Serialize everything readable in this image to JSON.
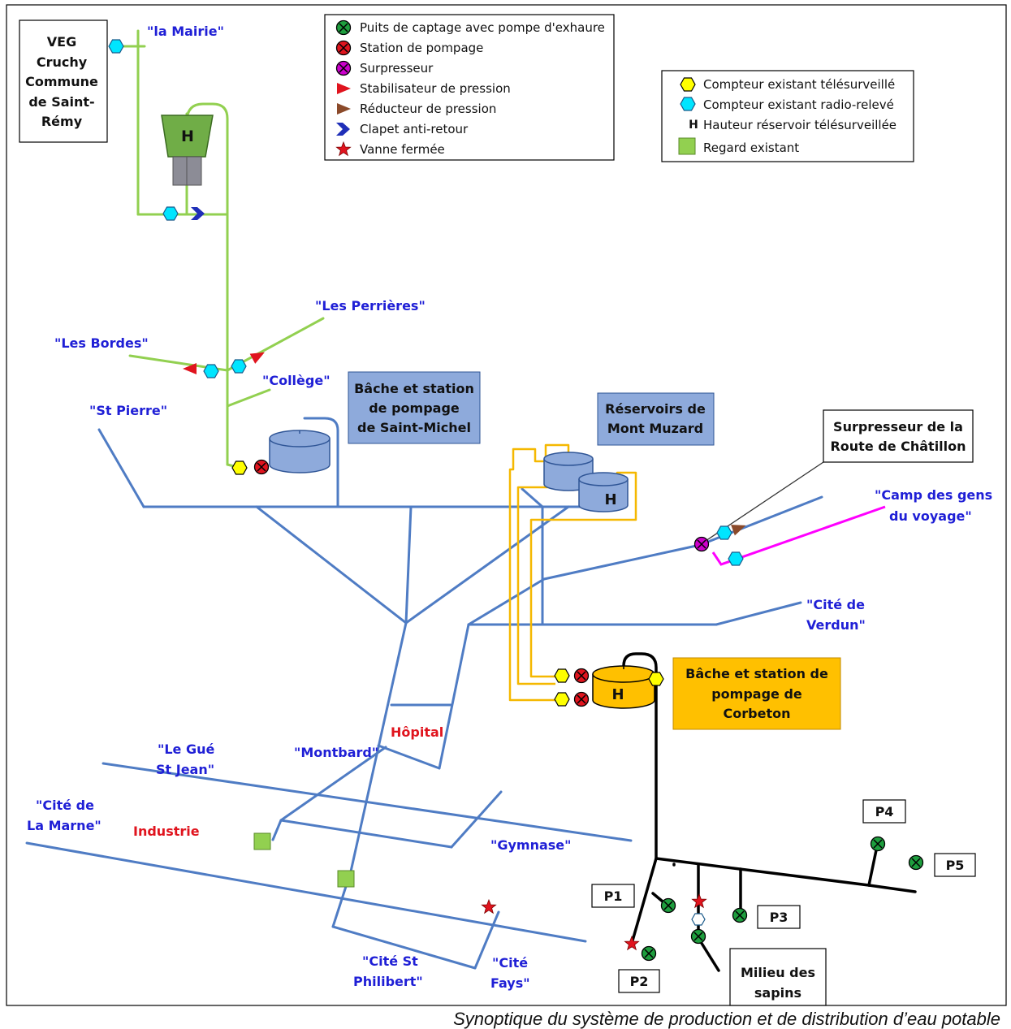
{
  "legend1": {
    "items": [
      {
        "icon": "well-pump-icon",
        "label": "Puits de captage avec pompe d'exhaure"
      },
      {
        "icon": "pumping-station-icon",
        "label": "Station de pompage"
      },
      {
        "icon": "booster-icon",
        "label": "Surpresseur"
      },
      {
        "icon": "pressure-stabilizer-icon",
        "label": "Stabilisateur de pression"
      },
      {
        "icon": "pressure-reducer-icon",
        "label": "Réducteur de pression"
      },
      {
        "icon": "check-valve-icon",
        "label": "Clapet anti-retour"
      },
      {
        "icon": "closed-valve-icon",
        "label": "Vanne fermée"
      }
    ]
  },
  "legend2": {
    "items": [
      {
        "icon": "telemonitored-meter-icon",
        "label": "Compteur existant télésurveillé"
      },
      {
        "icon": "radio-meter-icon",
        "label": "Compteur existant radio-relevé"
      },
      {
        "icon": "tank-height-icon",
        "symbol": "H",
        "label": "Hauteur réservoir télésurveillée"
      },
      {
        "icon": "manhole-icon",
        "label": "Regard existant"
      }
    ]
  },
  "boxes": {
    "veg": [
      "VEG",
      "Cruchy",
      "Commune",
      "de Saint-",
      "Rémy"
    ],
    "saint_michel": [
      "Bâche et station",
      "de pompage",
      "de Saint-Michel"
    ],
    "mont_muzard": [
      "Réservoirs de",
      "Mont Muzard"
    ],
    "surpresseur": [
      "Surpresseur de la",
      "Route de Châtillon"
    ],
    "corbeton": [
      "Bâche et station de",
      "pompage de",
      "Corbeton"
    ],
    "milieu": [
      "Milieu des",
      "sapins"
    ]
  },
  "wells": {
    "p1": "P1",
    "p2": "P2",
    "p3": "P3",
    "p4": "P4",
    "p5": "P5"
  },
  "places": {
    "mairie": "\"la Mairie\"",
    "perrieres": "\"Les Perrières\"",
    "bordes": "\"Les Bordes\"",
    "college": "\"Collège\"",
    "st_pierre": "\"St Pierre\"",
    "camp": [
      "\"Camp des gens",
      "du voyage\""
    ],
    "verdun": [
      "\"Cité de",
      "Verdun\""
    ],
    "gue": [
      "\"Le Gué",
      "St Jean\""
    ],
    "montbard": "\"Montbard\"",
    "marne": [
      "\"Cité de",
      "La Marne\""
    ],
    "gymnase": "\"Gymnase\"",
    "philibert": [
      "\"Cité St",
      "Philibert\""
    ],
    "fays": [
      "\"Cité",
      "Fays\""
    ]
  },
  "red_places": {
    "hopital": "Hôpital",
    "industrie": "Industrie"
  },
  "tank_symbol": "H",
  "caption": "Synoptique du système de production et de distribution d’eau potable",
  "colors": {
    "network_blue": "#4f7cc4",
    "green_pipe": "#92d050",
    "yellow_pipe": "#f5b800",
    "magenta_pipe": "#ff00ff",
    "black_pipe": "#000000",
    "box_blue": "#8eaadb",
    "box_orange": "#ffc000",
    "meter_yellow": "#ffff00",
    "meter_cyan": "#00e5ff",
    "pump_green": "#1e9e3e",
    "pump_red": "#e0141e",
    "booster_magenta": "#cc00cc"
  }
}
